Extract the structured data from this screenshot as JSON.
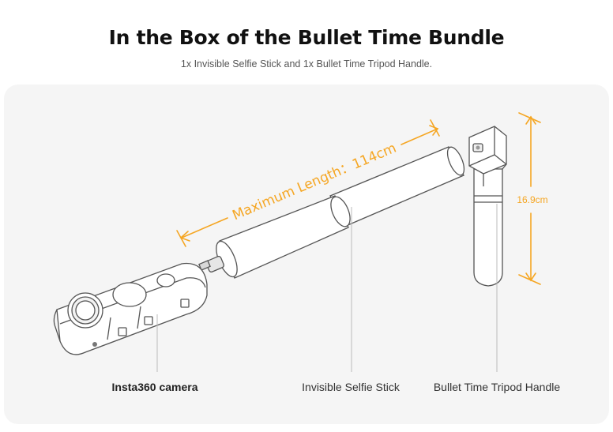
{
  "header": {
    "title": "In the Box of the Bullet Time Bundle",
    "subtitle": "1x Invisible Selfie Stick and 1x Bullet Time Tripod Handle."
  },
  "annotations": {
    "max_length": "Maximum Length：114cm",
    "handle_height": "16.9cm"
  },
  "labels": {
    "camera": "Insta360 camera",
    "selfie_stick": "Invisible Selfie Stick",
    "tripod_handle": "Bullet Time Tripod Handle"
  },
  "colors": {
    "accent": "#f5a623",
    "line": "#555555",
    "panel": "#f5f5f5"
  }
}
